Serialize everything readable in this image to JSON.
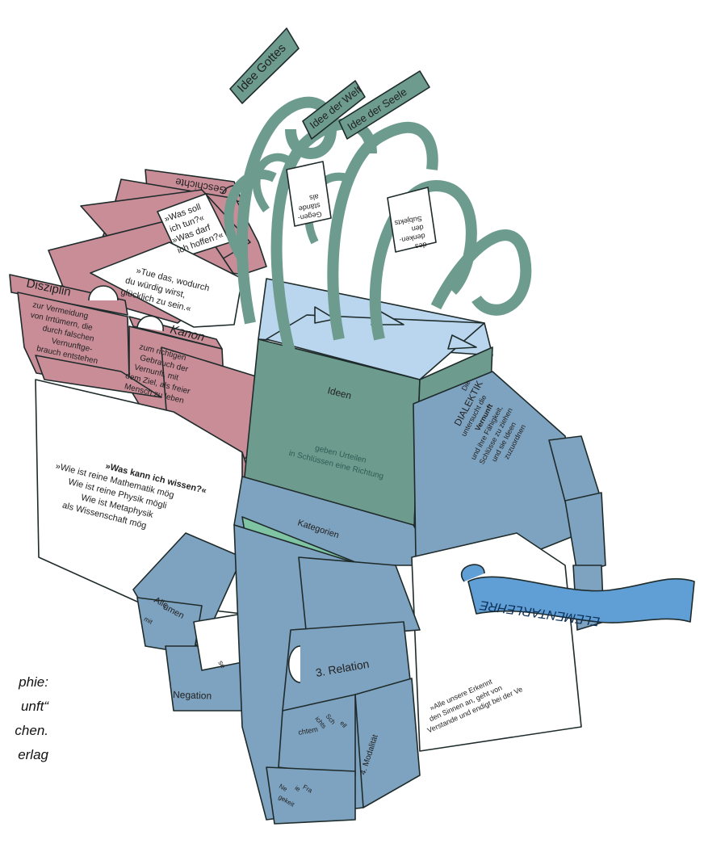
{
  "colors": {
    "pink": "#c98d98",
    "teal": "#6d9c8f",
    "blue_light": "#b9d6ee",
    "blue_steel": "#7ea3c0",
    "blue_bright": "#5f9fd6",
    "mint": "#7fc5a4",
    "outline": "#1f2b2b",
    "paper": "#ffffff"
  },
  "caption": [
    "phie:",
    "unft“",
    "chen.",
    "erlag"
  ],
  "ideas": {
    "gottes": "Idee Gottes",
    "welt": "Idee der Welt",
    "seele": "Idee der Seele",
    "subjekt": [
      "des",
      "denken-",
      "den",
      "Subjekts"
    ],
    "gegen": [
      "Gegen-",
      "stände",
      "als"
    ]
  },
  "discipline": {
    "geschichte": "Geschichte",
    "disziplin": "Disziplin",
    "disziplin_text": [
      "zur Vermeidung",
      "von Irrtümern, die",
      "durch falschen",
      "Vernunftge-",
      "brauch entstehen"
    ],
    "kanon": "Kanon",
    "kanon_text": [
      "zum richtigen",
      "Gebrauch der",
      "Vernunft, mit",
      "dem Ziel, als freier",
      "Mensch zu leben"
    ],
    "q1": [
      "»Was soll",
      "ich tun?«",
      "»Was darf",
      "ich hoffen?«"
    ],
    "q2": [
      "»Tue das, wodurch",
      "du würdig wirst,",
      "glücklich zu sein.«"
    ]
  },
  "white_box": {
    "question": "»Was kann ich wissen?«",
    "lines": [
      "»Wie ist reine Mathematik mög",
      "Wie ist reine Physik mögli",
      "Wie ist Metaphysik",
      "als Wissenschaft mög"
    ]
  },
  "dialectic": {
    "ideen": "Ideen",
    "urteile": [
      "geben Urteilen",
      "in Schlüssen eine Richtung"
    ],
    "side": [
      "Die",
      "DIALEKTIK",
      "untersucht die",
      "Vernunft",
      "und ihre Fähigkeit,",
      "Schlüsse zu ziehen",
      "und sie Ideen",
      "zuzuordnen"
    ]
  },
  "categories": {
    "title": "Kategorien",
    "relation": "3. Relation",
    "modalitaet": "4. Modalität",
    "negation": "Negation",
    "drawer_a": [
      "Alle",
      "umen",
      "mit"
    ],
    "drawer_b": [
      "se"
    ],
    "drawer_c": [
      "chtem"
    ],
    "drawer_d": [
      "Ne",
      "ie",
      "Fra",
      "gekeit"
    ],
    "drawer_e": [
      "ichts",
      "Sch",
      "ell"
    ]
  },
  "elementar": {
    "band": "ELEMENTARLEHRE",
    "text": [
      "»Alle unsere Erkennt",
      "den Sinnen an, geht von",
      "Verstande und endigt bei der Ve"
    ]
  }
}
